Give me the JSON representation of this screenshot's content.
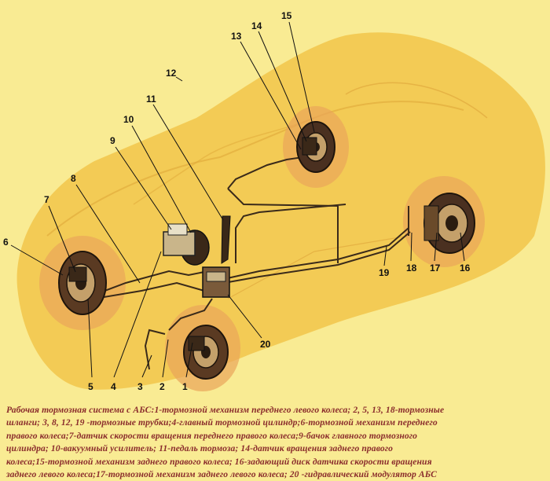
{
  "labels": {
    "n1": "1",
    "n2": "2",
    "n3": "3",
    "n4": "4",
    "n5": "5",
    "n6": "6",
    "n7": "7",
    "n8": "8",
    "n9": "9",
    "n10": "10",
    "n11": "11",
    "n12": "12",
    "n13": "13",
    "n14": "14",
    "n15": "15",
    "n16": "16",
    "n17": "17",
    "n18": "18",
    "n19": "19",
    "n20": "20"
  },
  "caption": [
    "Рабочая тормозная система с АБС:1-тормозной механизм переднего левого колеса; 2, 5, 13, 18-тормозные",
    "шланги; 3, 8, 12, 19 -тормозные трубки;4-главный тормозной цилиндр;6-тормозной механизм переднего",
    "правого колеса;7-датчик скорости вращения переднего правого колеса;9-бачок главного тормозного",
    "цилиндра; 10-вакуумный усилитель; 11-педаль тормоза; 14-датчик вращения заднего правого",
    "колеса;15-тормозной механизм заднего правого колеса; 16-задающий диск датчика скорости вращения",
    "заднего левого колеса;17-тормозной механизм заднего левого колеса; 20 -гидравлический модулятор АБС"
  ],
  "colors": {
    "background": "#f9eb93",
    "car_body": "#f2c64a",
    "caption_text": "#8a2c2c"
  }
}
